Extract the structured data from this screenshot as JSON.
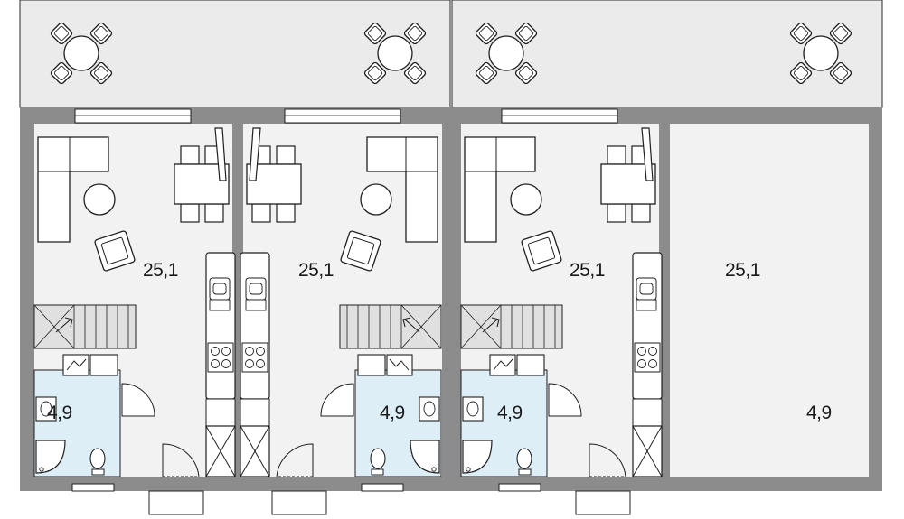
{
  "floor_plan": {
    "units": [
      {
        "living_area": "25,1",
        "bathroom_area": "4,9"
      },
      {
        "living_area": "25,1",
        "bathroom_area": "4,9"
      },
      {
        "living_area": "25,1",
        "bathroom_area": "4,9"
      },
      {
        "living_area": "25,1",
        "bathroom_area": "4,9"
      }
    ],
    "colors": {
      "wall": "#8c8c8c",
      "floor": "#f2f2f2",
      "terrace": "#ebebeb",
      "bathroom": "#ddeef7",
      "line": "#1f1f1f",
      "stairs": "#e0e0e0"
    }
  }
}
